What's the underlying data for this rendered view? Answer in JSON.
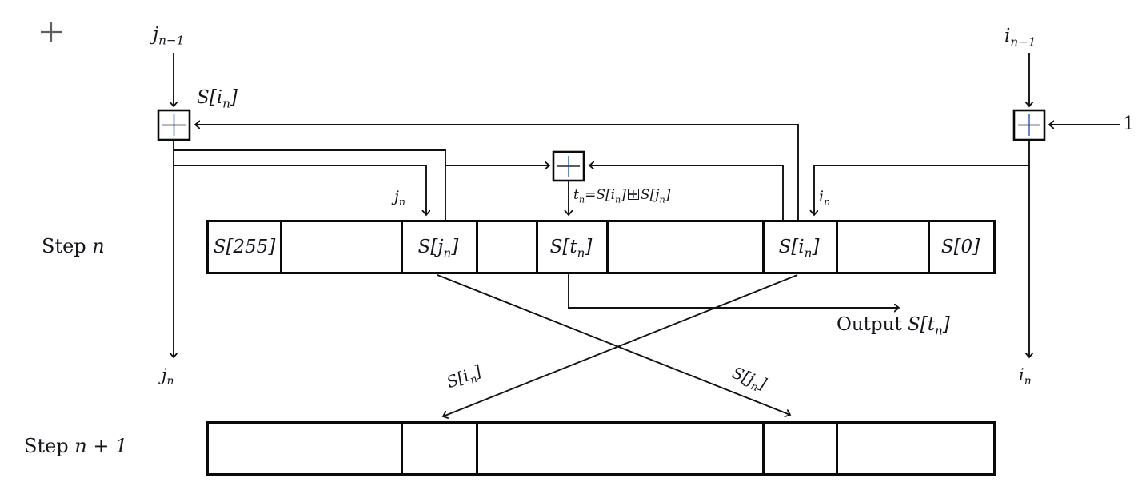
{
  "labels": {
    "j_prev": {
      "base": "j",
      "sub": "n−1"
    },
    "i_prev": {
      "base": "i",
      "sub": "n−1"
    },
    "s_in_feedback": {
      "pre": "S[i",
      "sub": "n",
      "post": "]"
    },
    "one_input": "1",
    "j_pos": {
      "base": "j",
      "sub": "n"
    },
    "i_pos": {
      "base": "i",
      "sub": "n"
    },
    "t_equation": {
      "t1": "t",
      "s1": "n",
      "eq": "=S[i",
      "s2": "n",
      "b1": "]",
      "t2": "S[j",
      "s3": "n",
      "b2": "]"
    },
    "output": {
      "word": "Output ",
      "pre": "S[t",
      "sub": "n",
      "post": "]"
    },
    "swap_to_left": {
      "pre": "S[i",
      "sub": "n",
      "post": "]"
    },
    "swap_to_right": {
      "pre": "S[j",
      "sub": "n",
      "post": "]"
    },
    "j_next": {
      "base": "j",
      "sub": "n"
    },
    "i_next": {
      "base": "i",
      "sub": "n"
    }
  },
  "icons": {
    "squared_plus_operator": "⊞",
    "crosshair": "+"
  },
  "rows": {
    "step_n": {
      "label": {
        "word": "Step ",
        "var": "n"
      },
      "cells": [
        {
          "pre": "S[255]",
          "sub": "",
          "post": ""
        },
        {
          "pre": "",
          "sub": "",
          "post": ""
        },
        {
          "pre": "S[j",
          "sub": "n",
          "post": "]"
        },
        {
          "pre": "",
          "sub": "",
          "post": ""
        },
        {
          "pre": "S[t",
          "sub": "n",
          "post": "]"
        },
        {
          "pre": "",
          "sub": "",
          "post": ""
        },
        {
          "pre": "S[i",
          "sub": "n",
          "post": "]"
        },
        {
          "pre": "",
          "sub": "",
          "post": ""
        },
        {
          "pre": "S[0]",
          "sub": "",
          "post": ""
        }
      ]
    },
    "step_n1": {
      "label": {
        "word": "Step ",
        "var": "n + 1"
      },
      "cells": [
        {
          "pre": "",
          "sub": "",
          "post": ""
        },
        {
          "pre": "",
          "sub": "",
          "post": ""
        },
        {
          "pre": "",
          "sub": "",
          "post": ""
        },
        {
          "pre": "",
          "sub": "",
          "post": ""
        },
        {
          "pre": "",
          "sub": "",
          "post": ""
        }
      ]
    }
  }
}
